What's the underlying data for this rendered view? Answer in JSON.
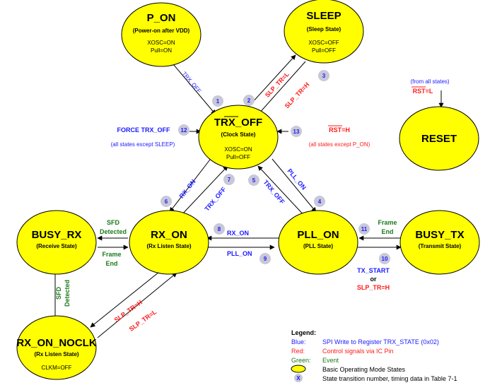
{
  "states": {
    "p_on": {
      "name": "P_ON",
      "desc": "(Power-on after VDD)",
      "line1": "XOSC=ON",
      "line2": "Pull=ON"
    },
    "sleep": {
      "name": "SLEEP",
      "desc": "(Sleep State)",
      "line1": "XOSC=OFF",
      "line2": "Pull=OFF"
    },
    "trx_off": {
      "name": "TRX_OFF",
      "desc": "(Clock State)",
      "line1": "XOSC=ON",
      "line2": "Pull=OFF"
    },
    "reset": {
      "name": "RESET"
    },
    "busy_rx": {
      "name": "BUSY_RX",
      "desc": "(Receive State)"
    },
    "rx_on": {
      "name": "RX_ON",
      "desc": "(Rx Listen State)"
    },
    "pll_on": {
      "name": "PLL_ON",
      "desc": "(PLL State)"
    },
    "busy_tx": {
      "name": "BUSY_TX",
      "desc": "(Transmit State)"
    },
    "rx_on_noclk": {
      "name": "RX_ON_NOCLK",
      "desc": "(Rx Listen State)",
      "line1": "CLKM=OFF"
    }
  },
  "transitions": {
    "t1": "TRX_OFF",
    "t2": "SLP_TR=L",
    "t3": "SLP_TR=H",
    "t4": "PLL_ON",
    "t5": "TRX_OFF",
    "t6": "RX_ON",
    "t7": "TRX_OFF",
    "t8": "RX_ON",
    "t9": "PLL_ON",
    "t_noclk_up": "SLP_TR=H",
    "t_noclk_down": "SLP_TR=L",
    "sfd_detected_1": "SFD",
    "sfd_detected_2": "Detected",
    "frame_end_1": "Frame",
    "frame_end_2": "End",
    "sfd_v_1": "SFD",
    "sfd_v_2": "Detected",
    "tx_frame_1": "Frame",
    "tx_frame_2": "End",
    "tx_start": "TX_START",
    "tx_or": "or",
    "tx_slp": "SLP_TR=H",
    "force_trx_off": "FORCE TRX_OFF",
    "force_note": "(all states except SLEEP)",
    "rst_h_prefix": "RST",
    "rst_h_suffix": "=H",
    "rst_h_note": "(all states except P_ON)",
    "from_all": "(from all states)",
    "rst_l_prefix": "RST",
    "rst_l_suffix": "=L"
  },
  "numbers": [
    "1",
    "2",
    "3",
    "4",
    "5",
    "6",
    "7",
    "8",
    "9",
    "10",
    "11",
    "12",
    "13"
  ],
  "legend": {
    "title": "Legend:",
    "blue_key": "Blue:",
    "blue_text": "SPI Write to Register TRX_STATE (0x02)",
    "red_key": "Red:",
    "red_text": "Control signals via IC Pin",
    "green_key": "Green:",
    "green_text": "Event",
    "ellipse_text": "Basic Operating Mode States",
    "x_key": "X",
    "x_text": "State transition number, timing data in Table 7-1"
  },
  "colors": {
    "state_fill": "#ffff00",
    "badge_fill": "#c8c8d8",
    "blue": "#1a1aff",
    "red": "#ff1a1a",
    "green": "#1a7a1a"
  }
}
